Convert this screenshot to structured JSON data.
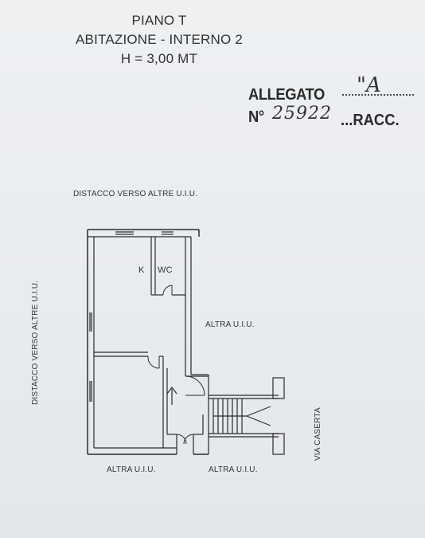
{
  "header": {
    "floor": "PIANO T",
    "unit": "ABITAZIONE - INTERNO 2",
    "height": "H = 3,00 MT"
  },
  "stamp": {
    "allegato": "ALLEGATO",
    "allegato_value": "\"A",
    "numero": "N°",
    "numero_value": "25922",
    "racc": "...RACC."
  },
  "labels": {
    "top": "DISTACCO VERSO ALTRE U.I.U.",
    "left": "DISTACCO VERSO ALTRE U.I.U.",
    "right_middle": "ALTRA U.I.U.",
    "bottom_left": "ALTRA U.I.U.",
    "bottom_right": "ALTRA U.I.U.",
    "street": "VIA CASERTA",
    "kitchen": "K",
    "wc": "WC"
  },
  "colors": {
    "ink": "#2b2b2b",
    "paper": "#eceef0"
  }
}
